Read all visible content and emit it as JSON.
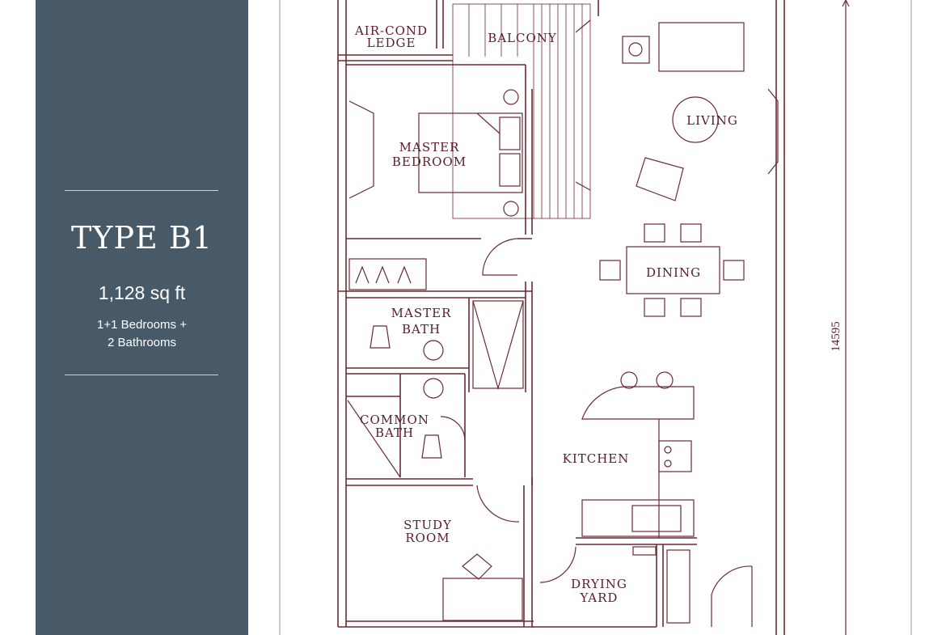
{
  "unit": {
    "type_label": "TYPE B1",
    "area": "1,128 sq ft",
    "bedrooms": "1+1 Bedrooms +",
    "bathrooms": "2 Bathrooms"
  },
  "rooms": {
    "aircond_line1": "AIR-COND",
    "aircond_line2": "LEDGE",
    "balcony": "BALCONY",
    "living": "LIVING",
    "master_bedroom_line1": "MASTER",
    "master_bedroom_line2": "BEDROOM",
    "dining": "DINING",
    "master_bath_line1": "MASTER",
    "master_bath_line2": "BATH",
    "common_bath_line1": "COMMON",
    "common_bath_line2": "BATH",
    "kitchen": "KITCHEN",
    "study_line1": "STUDY",
    "study_line2": "ROOM",
    "drying_line1": "DRYING",
    "drying_line2": "YARD"
  },
  "dimension": {
    "depth": "14595"
  },
  "colors": {
    "sidebar": "#485a67",
    "linework": "#6b2a32",
    "room_text": "#5b1c24"
  }
}
